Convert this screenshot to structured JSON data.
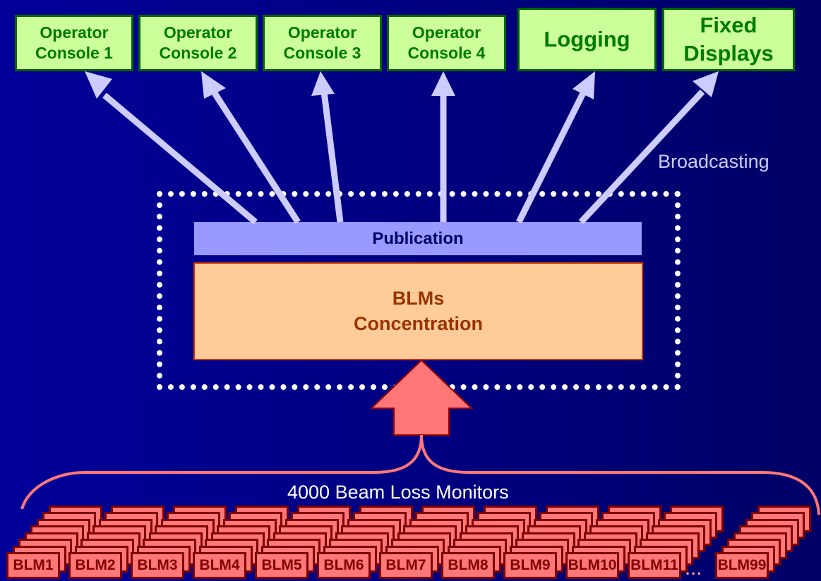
{
  "consumers": [
    {
      "label": "Operator\nConsole 1",
      "id": "operator-console-1"
    },
    {
      "label": "Operator\nConsole 2",
      "id": "operator-console-2"
    },
    {
      "label": "Operator\nConsole 3",
      "id": "operator-console-3"
    },
    {
      "label": "Operator\nConsole 4",
      "id": "operator-console-4"
    },
    {
      "label": "Logging",
      "id": "logging"
    },
    {
      "label": "Fixed\nDisplays",
      "id": "fixed-displays"
    }
  ],
  "broadcast_label": "Broadcasting",
  "publication_label": "Publication",
  "concentration": {
    "line1": "BLMs",
    "line2": "Concentration"
  },
  "monitors": {
    "caption": "4000 Beam Loss Monitors",
    "front_labels": [
      "BLM1",
      "BLM2",
      "BLM3",
      "BLM4",
      "BLM5",
      "BLM6",
      "BLM7",
      "BLM8",
      "BLM9",
      "BLM10",
      "BLM11"
    ],
    "last_label": "BLM99",
    "ellipsis": "..."
  },
  "colors": {
    "consumer_fill": "#ccff99",
    "consumer_text": "#007a00",
    "broadcast_arrow": "#ccccff",
    "publication_fill": "#9999ff",
    "concentration_fill": "#ffcc99",
    "blm_fill": "#ff7777",
    "blm_border": "#800000",
    "up_arrow": "#ff7777"
  }
}
